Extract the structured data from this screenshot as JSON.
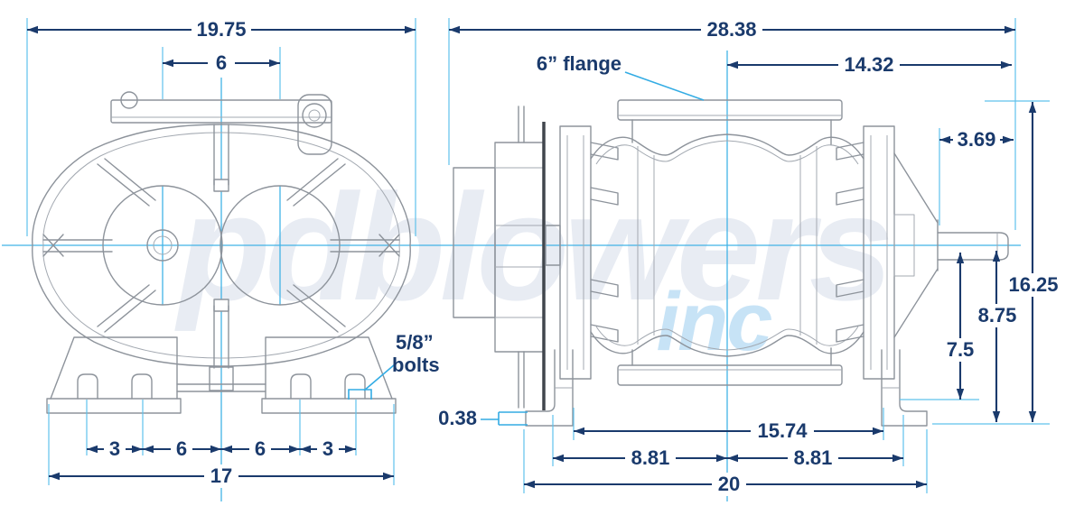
{
  "watermark": {
    "brand": "pdblowers",
    "suffix": "inc"
  },
  "views": {
    "front": {
      "dimensions": {
        "overall_width": "19.75",
        "top_flange_width": "6",
        "foot_slot_spacing": [
          "3",
          "6",
          "6",
          "3"
        ],
        "foot_slot_span": "17"
      },
      "callouts": {
        "bolts_line1": "5/8”",
        "bolts_line2": "bolts"
      }
    },
    "side": {
      "dimensions": {
        "overall_length": "28.38",
        "center_to_shaft_end": "14.32",
        "shaft_length": "3.69",
        "overall_height": "16.25",
        "base_to_center": "8.75",
        "mount_to_center": "7.5",
        "foot_plate_thickness": "0.38",
        "foot_inner_span": "15.74",
        "half_spans": [
          "8.81",
          "8.81"
        ],
        "foot_overall_span": "20"
      },
      "callouts": {
        "flange": "6” flange"
      }
    }
  },
  "colors": {
    "dimension_navy": "#1a3a6c",
    "centerline_cyan": "#41b3e6",
    "leader_cyan": "#33ace4",
    "linework_gray": "#8d939b",
    "watermark_gray": "#e8ecf3",
    "watermark_blue": "#c7e3f6",
    "background": "#ffffff"
  }
}
